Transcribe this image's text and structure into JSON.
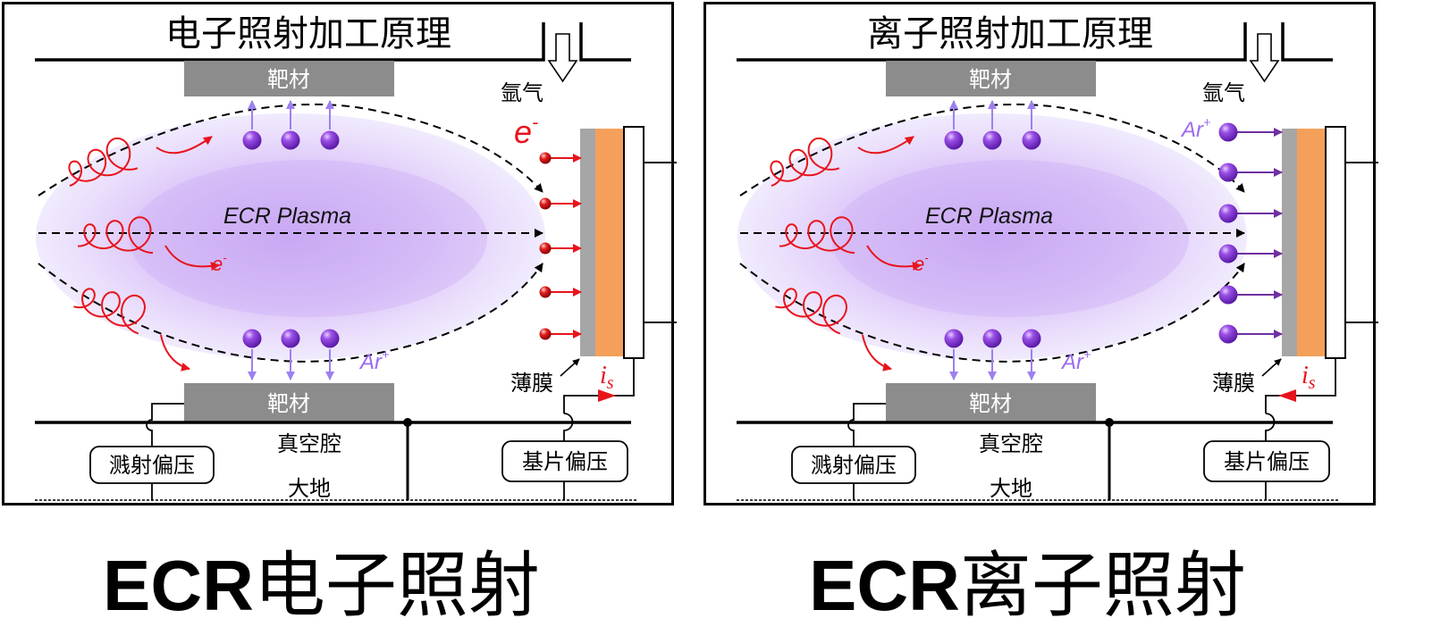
{
  "panels": [
    {
      "id": "electron",
      "title": "电子照射加工原理",
      "gas_label": "氩气",
      "target_top_label": "靶材",
      "target_bottom_label": "靶材",
      "plasma_label": "ECR Plasma",
      "electron_label": "e",
      "electron_sup": "-",
      "ion_label": "Ar",
      "ion_sup": "+",
      "substrate_particle_label": "e",
      "substrate_particle_sup": "-",
      "substrate_particle_type": "electron",
      "film_label": "薄膜",
      "current_label": "i",
      "current_sub": "s",
      "current_direction": "right",
      "chamber_label": "真空腔",
      "ground_label": "大地",
      "sputter_bias_label": "溅射偏压",
      "substrate_bias_label": "基片偏压"
    },
    {
      "id": "ion",
      "title": "离子照射加工原理",
      "gas_label": "氩气",
      "target_top_label": "靶材",
      "target_bottom_label": "靶材",
      "plasma_label": "ECR Plasma",
      "electron_label": "e",
      "electron_sup": "-",
      "ion_label": "Ar",
      "ion_sup": "+",
      "substrate_particle_label": "Ar",
      "substrate_particle_sup": "+",
      "substrate_particle_type": "ion",
      "film_label": "薄膜",
      "current_label": "i",
      "current_sub": "s",
      "current_direction": "left",
      "chamber_label": "真空腔",
      "ground_label": "大地",
      "sputter_bias_label": "溅射偏压",
      "substrate_bias_label": "基片偏压"
    }
  ],
  "captions": [
    {
      "latin": "ECR",
      "cjk": "电子照射"
    },
    {
      "latin": "ECR",
      "cjk": "离子照射"
    }
  ],
  "colors": {
    "electron": "#e8141c",
    "ion_sphere": "#7b2fd0",
    "ion_arrow": "#9f7ff0",
    "ion_arrow_dark": "#7030a0",
    "ion_text": "#9b6cf0",
    "target": "#8c8c8c",
    "film": "#a6a6a6",
    "substrate": "#f4a05a",
    "plasma_outer": "#f1ebfd",
    "plasma_inner": "#c9a8f4"
  }
}
